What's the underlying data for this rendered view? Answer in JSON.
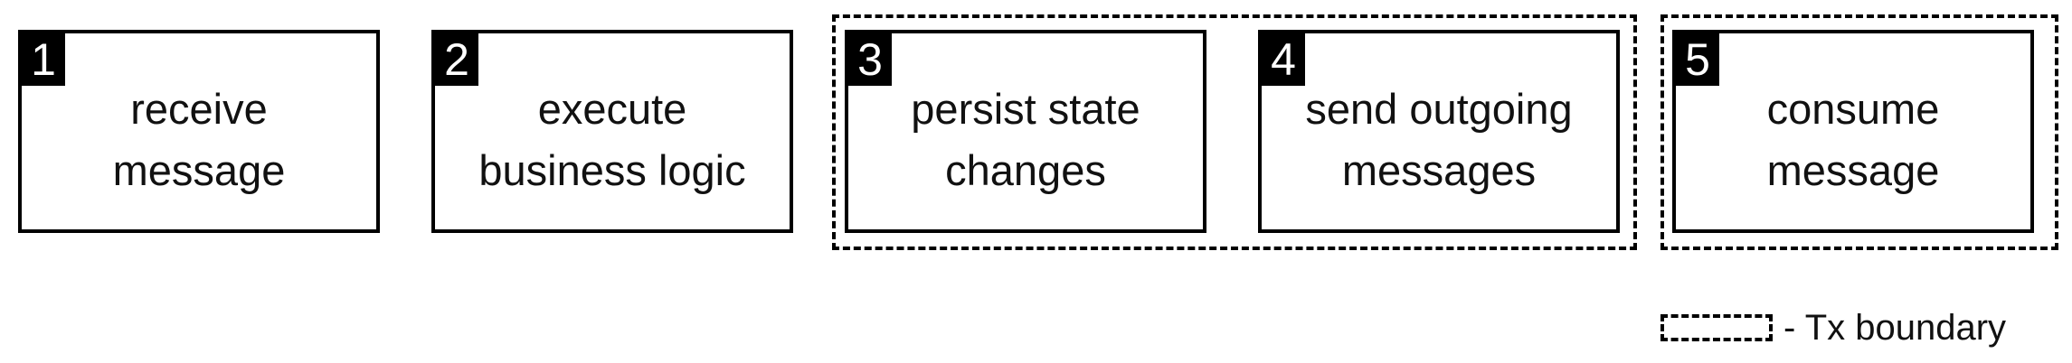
{
  "diagram": {
    "steps": [
      {
        "number": "1",
        "line1": "receive",
        "line2": "message"
      },
      {
        "number": "2",
        "line1": "execute",
        "line2": "business logic"
      },
      {
        "number": "3",
        "line1": "persist state",
        "line2": "changes"
      },
      {
        "number": "4",
        "line1": "send outgoing",
        "line2": "messages"
      },
      {
        "number": "5",
        "line1": "consume",
        "line2": "message"
      }
    ],
    "legend": {
      "label": "- Tx boundary"
    }
  }
}
